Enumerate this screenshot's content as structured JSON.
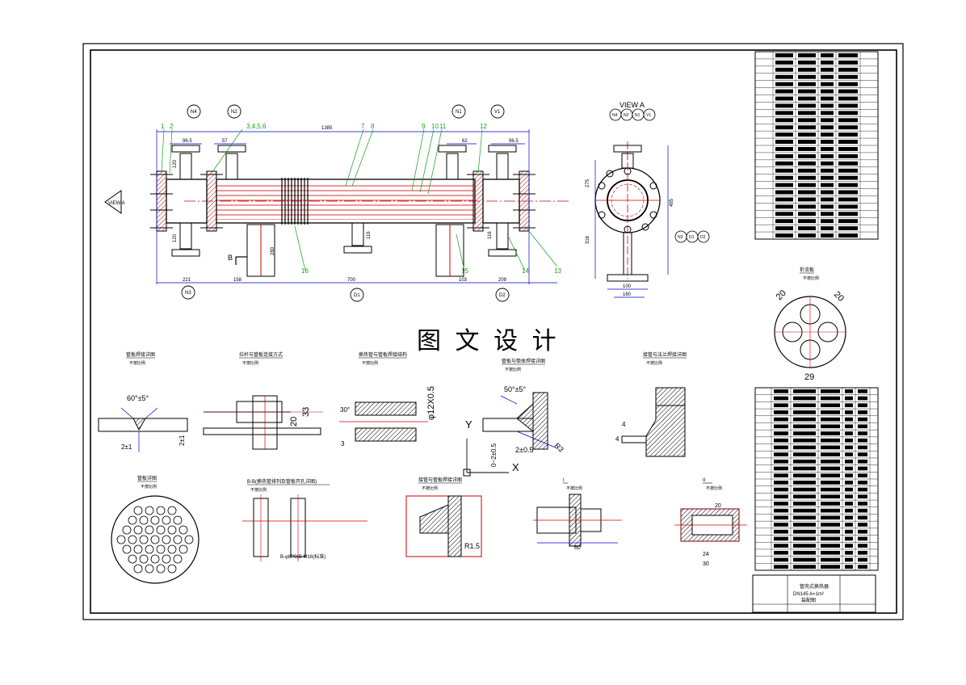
{
  "title": "图 文 设 计",
  "view_a_label": "VIEW A",
  "view_a_arrow": "VIEW A",
  "section_b": "B",
  "nozzles_top": [
    "N4",
    "N2",
    "N1",
    "V1"
  ],
  "nozzles_bottom": [
    "N3",
    "D1",
    "D2"
  ],
  "nozzles_view": [
    "N4",
    "N2",
    "N1",
    "V1",
    "N3",
    "D1",
    "D2"
  ],
  "part_numbers": [
    "1",
    "2",
    "3,4,5,6",
    "7",
    "8",
    "9",
    "10",
    "11",
    "12",
    "13",
    "14",
    "15",
    "16"
  ],
  "dims_main": {
    "overall": "1385",
    "d96_5_left": "96.5",
    "d57": "57",
    "d62": "62",
    "d96_5_right": "96.5",
    "d221": "221",
    "d158": "158",
    "d700": "700",
    "d103": "103",
    "d209": "209",
    "d116_l": "116",
    "d116_r": "116",
    "d120_l": "120",
    "d120_r": "120",
    "d280": "280"
  },
  "dims_view_a": {
    "d100": "100",
    "d160": "160",
    "d275": "275",
    "d316": "316",
    "d495": "495"
  },
  "detail_titles": [
    "管板焊接详图",
    "拉杆与管板连接方式",
    "换热管与管板焊接结构",
    "管板与筒体焊接详图",
    "接管与法兰焊接详图",
    "管板详图",
    "B-B(换热管排列及管板开孔详图)",
    "接管与管板焊接详图",
    "I",
    "II",
    "折流板"
  ],
  "detail_scale": "不按比例",
  "detail_dims": {
    "weld_angle": "60°±5°",
    "gap_2": "2±1",
    "gap_2b": "2±1",
    "tie_33": "33",
    "tie_20": "20",
    "tube_dia": "φ12X0.5",
    "tube_3a": "3",
    "tube_3b": "30°",
    "ang50": "50°±5°",
    "d0_2": "0~2±0.5",
    "d2_05": "2±0.5",
    "r3": "R3",
    "d4a": "4",
    "d4b": "4",
    "baffle_20a": "20",
    "baffle_20b": "20",
    "baffle_29": "29",
    "r1_5": "R1.5",
    "d60": "60",
    "d20": "20",
    "d24": "24",
    "d30": "30",
    "bb_note": "B-φ8P0(B-M16(标准)",
    "y_axis": "Y",
    "x_axis": "X"
  },
  "title_block": {
    "name": "管壳式换热器",
    "spec": "DN145 A=1m²",
    "sheet": "装配图"
  },
  "colors": {
    "line": "#000000",
    "dim": "#0000cc",
    "cut": "#cc0000",
    "hatch": "#b30000",
    "leader": "#1a9e1a",
    "tube": "#cc0000"
  }
}
